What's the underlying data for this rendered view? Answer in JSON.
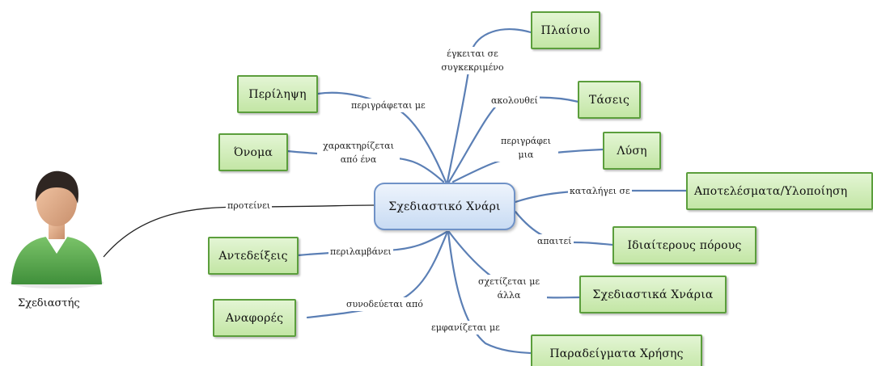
{
  "central": "Σχεδιαστικό Χνάρι",
  "actor": {
    "label": "Σχεδιαστής",
    "relation": "προτείνει",
    "icon": "person-icon"
  },
  "relations": {
    "plaisio": "έγκειται σε\nσυγκεκριμένο",
    "perilipsi": "περιγράφεται με",
    "taseis": "ακολουθεί",
    "onoma": "χαρακτηρίζεται\nαπό ένα",
    "lysi": "περιγράφει\nμια",
    "apotelesmata": "καταλήγει σε",
    "poroi": "απαιτεί",
    "antendeixeis": "περιλαμβάνει",
    "anafores": "συνοδεύεται από",
    "xnaria": "σχετίζεται με\nάλλα",
    "paradeigmata": "εμφανίζεται με"
  },
  "nodes": {
    "plaisio": "Πλαίσιο",
    "perilipsi": "Περίληψη",
    "taseis": "Τάσεις",
    "onoma": "Όνομα",
    "lysi": "Λύση",
    "apotelesmata": "Αποτελέσματα/Υλοποίηση",
    "poroi": "Ιδιαίτερους πόρους",
    "antendeixeis": "Αντεδείξεις",
    "anafores": "Αναφορές",
    "xnaria": "Σχεδιαστικά Χνάρια",
    "paradeigmata": "Παραδείγματα Χρήσης"
  },
  "colors": {
    "node_fill": "#c3e6a5",
    "node_border": "#5b9e3c",
    "central_fill": "#c8dbf3",
    "central_border": "#6f92c7",
    "connector": "#5b7fb5"
  }
}
